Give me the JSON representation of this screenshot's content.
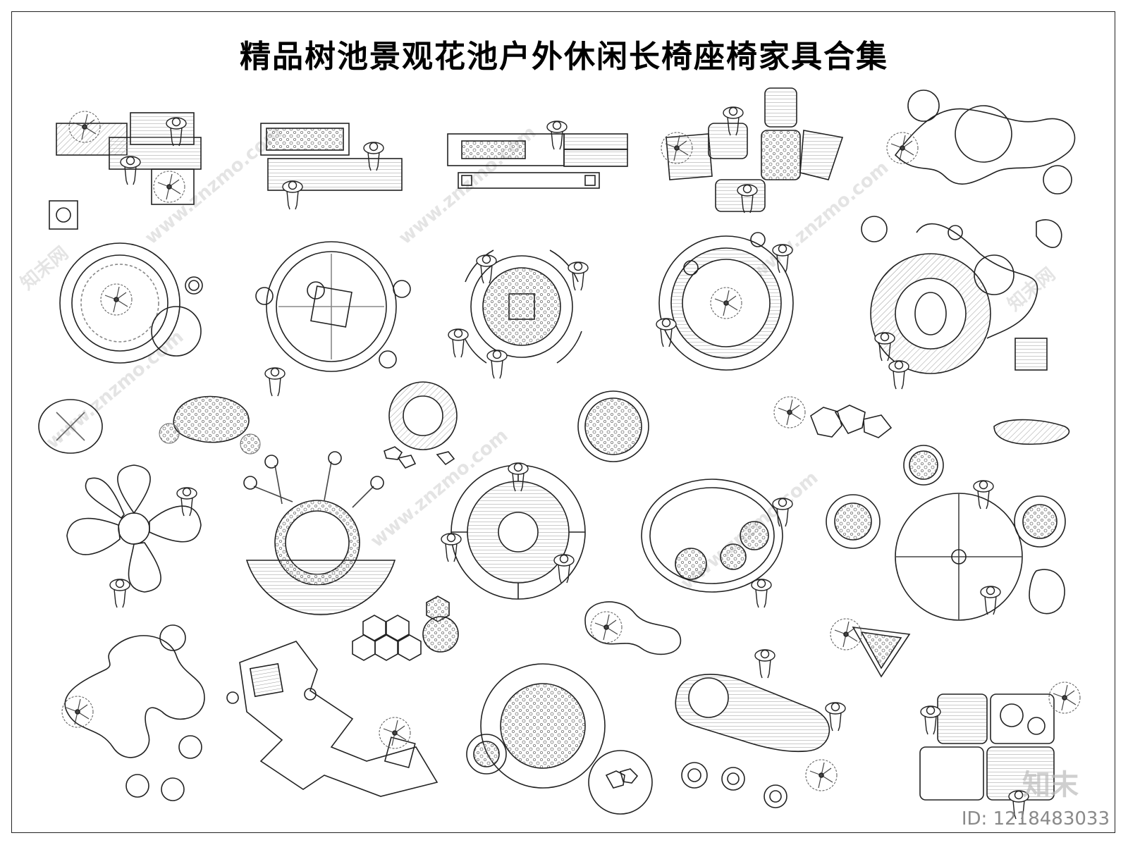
{
  "title": "精品树池景观花池户外休闲长椅座椅家具合集",
  "watermark": {
    "site": "www.znzmo.com",
    "cn": "知末网",
    "brand": "知末"
  },
  "id_tag": "ID: 1218483033",
  "colors": {
    "line": "#222222",
    "hatch": "#9a9a9a",
    "watermark": "#cfcfcf"
  }
}
